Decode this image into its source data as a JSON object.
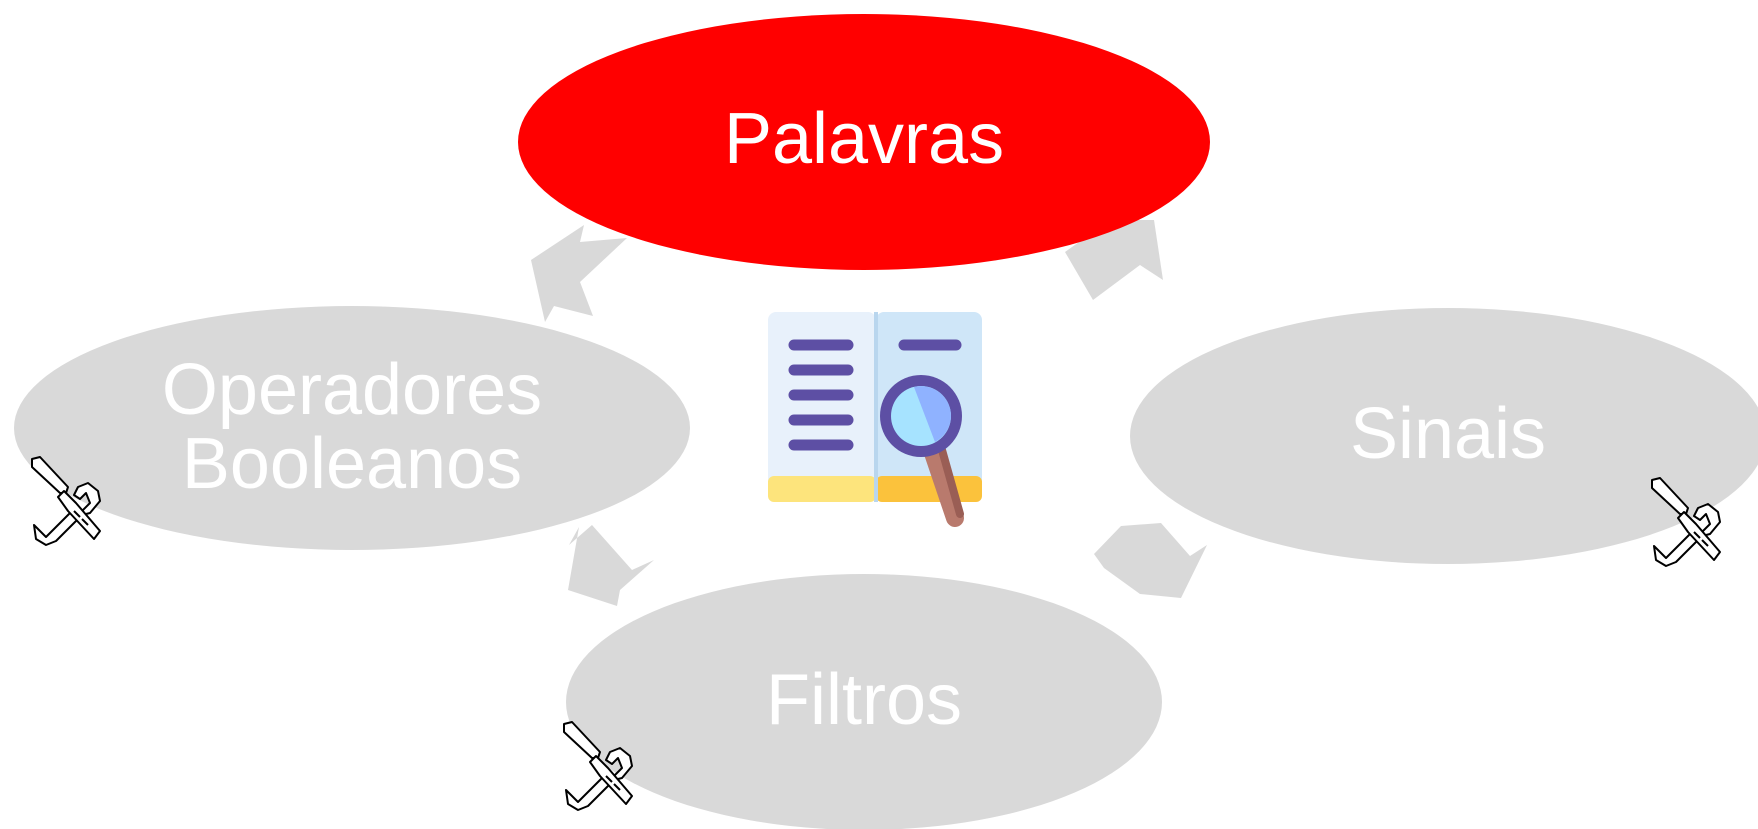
{
  "diagram": {
    "colors": {
      "active": "#ff0000",
      "inactive": "#d9d9d9",
      "arrow": "#d9d9d9",
      "label": "#ffffff"
    },
    "nodes": {
      "palavras": {
        "label": "Palavras",
        "state": "active"
      },
      "operadores": {
        "label_line1": "Operadores",
        "label_line2": "Booleanos",
        "state": "inactive",
        "tool_icon": "tools-icon"
      },
      "sinais": {
        "label": "Sinais",
        "state": "inactive",
        "tool_icon": "tools-icon"
      },
      "filtros": {
        "label": "Filtros",
        "state": "inactive",
        "tool_icon": "tools-icon"
      }
    },
    "center_icon": "book-magnifier-icon"
  }
}
